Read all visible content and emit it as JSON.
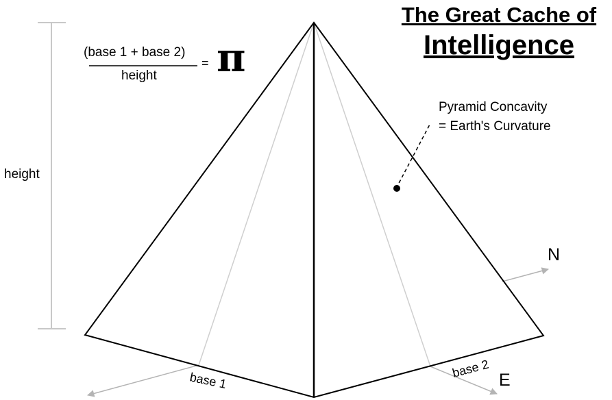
{
  "title": {
    "line1": "The Great Cache of",
    "line2": "Intelligence"
  },
  "formula": {
    "numerator": "(base 1 + base 2)",
    "denominator": "height",
    "equals": "=",
    "result": "π"
  },
  "labels": {
    "height": "height",
    "concavity_line1": "Pyramid Concavity",
    "concavity_line2": "= Earth's Curvature",
    "base1": "base 1",
    "base2": "base 2",
    "north": "N",
    "east": "E"
  },
  "colors": {
    "outline": "#000000",
    "guide": "#c8c8c8",
    "arrow": "#b4b4b4"
  }
}
